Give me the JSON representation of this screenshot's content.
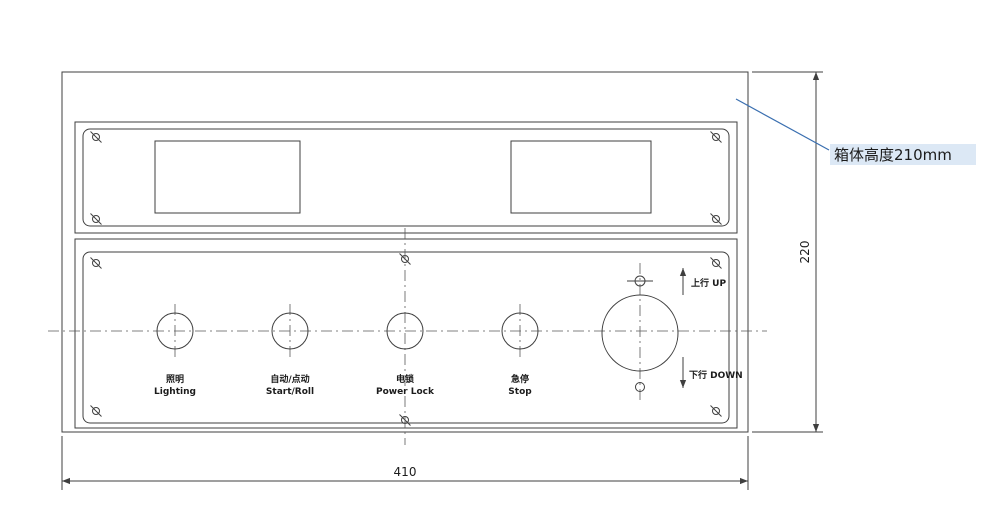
{
  "colors": {
    "line": "#3f3f3f",
    "centerline": "#5a5a5a",
    "leader": "#3a6fb0",
    "highlight": "#dce8f5",
    "text": "#1c1c1c",
    "background": "#ffffff"
  },
  "panel": {
    "buttons": [
      {
        "zh": "照明",
        "en": "Lighting"
      },
      {
        "zh": "自动/点动",
        "en": "Start/Roll"
      },
      {
        "zh": "电锁",
        "en": "Power Lock"
      },
      {
        "zh": "急停",
        "en": "Stop"
      }
    ],
    "up_label": "上行 UP",
    "down_label": "下行 DOWN"
  },
  "dimensions": {
    "width": "410",
    "height": "220",
    "note": "箱体高度210mm"
  }
}
